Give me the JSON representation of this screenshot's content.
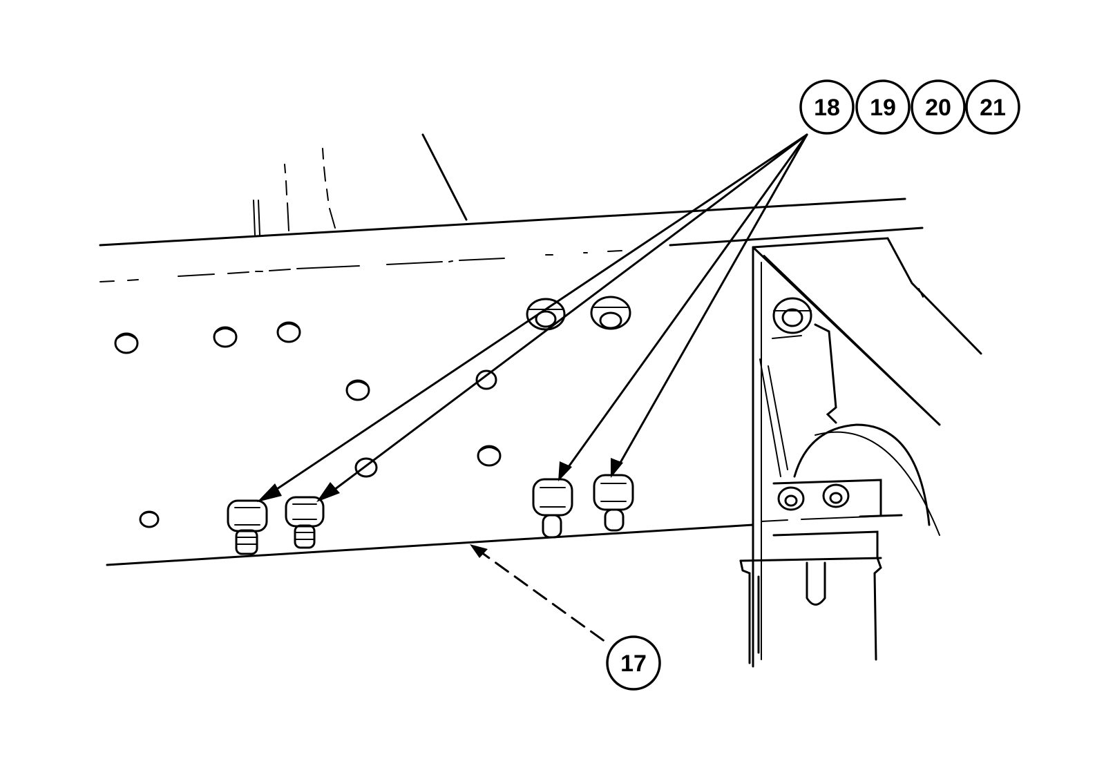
{
  "diagram": {
    "callouts": {
      "c17": "17",
      "c18": "18",
      "c19": "19",
      "c20": "20",
      "c21": "21"
    },
    "line_color": "#000000",
    "background": "#ffffff"
  }
}
